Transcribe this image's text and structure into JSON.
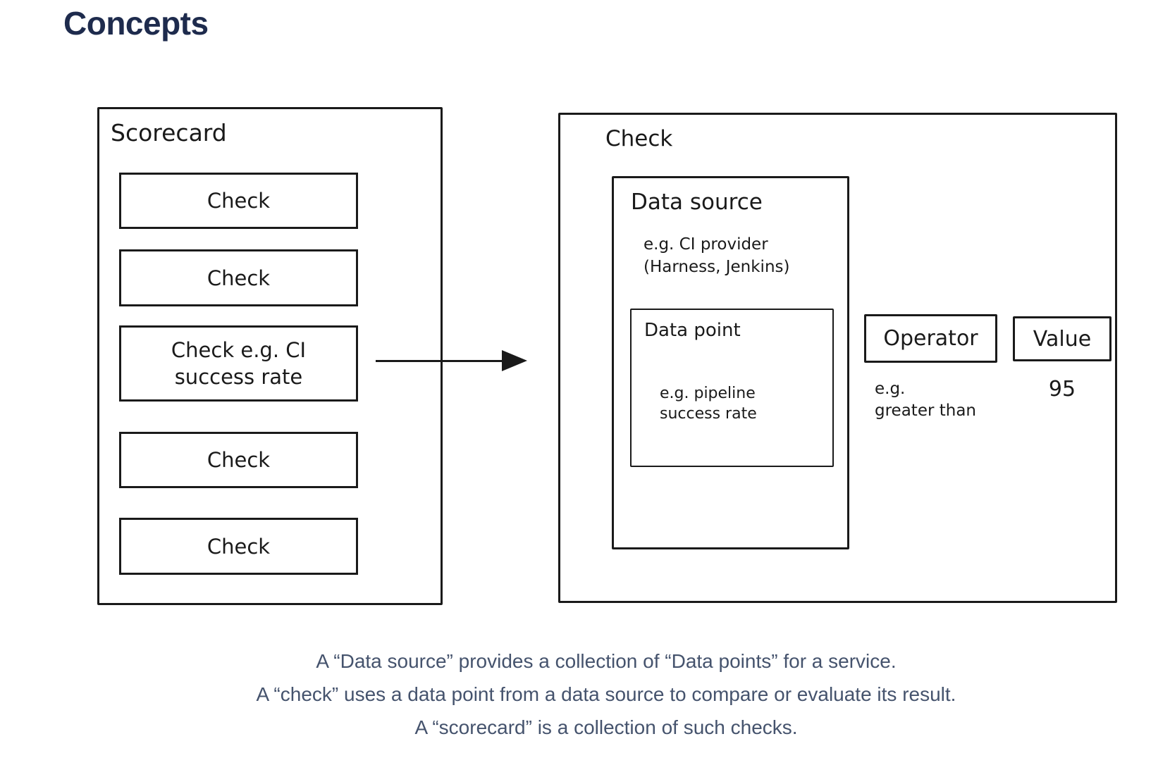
{
  "page": {
    "title": "Concepts"
  },
  "colors": {
    "title": "#1e2b4d",
    "stroke": "#1a1a1a",
    "description_text": "#45536d",
    "background": "#ffffff"
  },
  "scorecard": {
    "label": "Scorecard",
    "checks": [
      {
        "label": "Check"
      },
      {
        "label": "Check"
      },
      {
        "label": "Check e.g. CI\nsuccess rate"
      },
      {
        "label": "Check"
      },
      {
        "label": "Check"
      }
    ]
  },
  "check_detail": {
    "label": "Check",
    "data_source": {
      "label": "Data source",
      "example": "e.g. CI provider\n(Harness, Jenkins)",
      "data_point": {
        "label": "Data point",
        "example": "e.g. pipeline\nsuccess rate"
      }
    },
    "operator": {
      "label": "Operator",
      "example": "e.g.\ngreater than"
    },
    "value": {
      "label": "Value",
      "example": "95"
    }
  },
  "description": {
    "lines": [
      "A “Data source” provides a collection of “Data points” for a service.",
      "A “check” uses a data point from a data source to compare or evaluate its result.",
      "A “scorecard” is a collection of such checks."
    ]
  }
}
